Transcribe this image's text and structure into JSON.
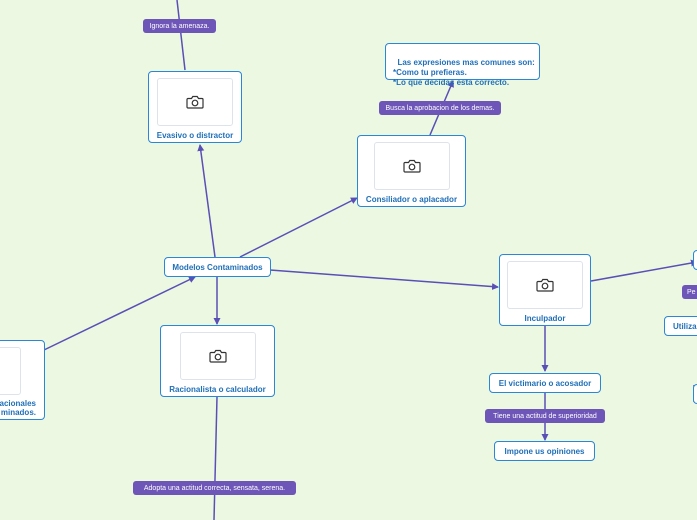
{
  "nodes": {
    "center": "Modelos Contaminados",
    "evasivo": "Evasivo o distractor",
    "conciliador": "Consiliador o aplacador",
    "inculpador": "Inculpador",
    "racionalista": "Racionalista o calculador",
    "victimario": "El victimario o acosador",
    "impone": "Impone us opiniones",
    "expresiones": "Las expresiones mas comunes son:\n*Como tu prefieras.\n*Lo que decidas esta correcto.",
    "left_partial": "acionales\nminados.",
    "right_partial": "Utiliza"
  },
  "tags": {
    "ignora": "Ignora la amenaza.",
    "busca": "Busca la aprobacion de los demas.",
    "tiene": "Tiene una actitud de superioridad",
    "adopta": "Adopta una actitud  correcta, sensata, serena.",
    "right_partial": "Pe"
  },
  "colors": {
    "background": "#edf8e3",
    "node_border": "#2a86d6",
    "node_text": "#1f6fb8",
    "tag_fill": "#6e55b8",
    "edge": "#5a4fb5"
  },
  "icons": {
    "photo": "camera-icon"
  }
}
